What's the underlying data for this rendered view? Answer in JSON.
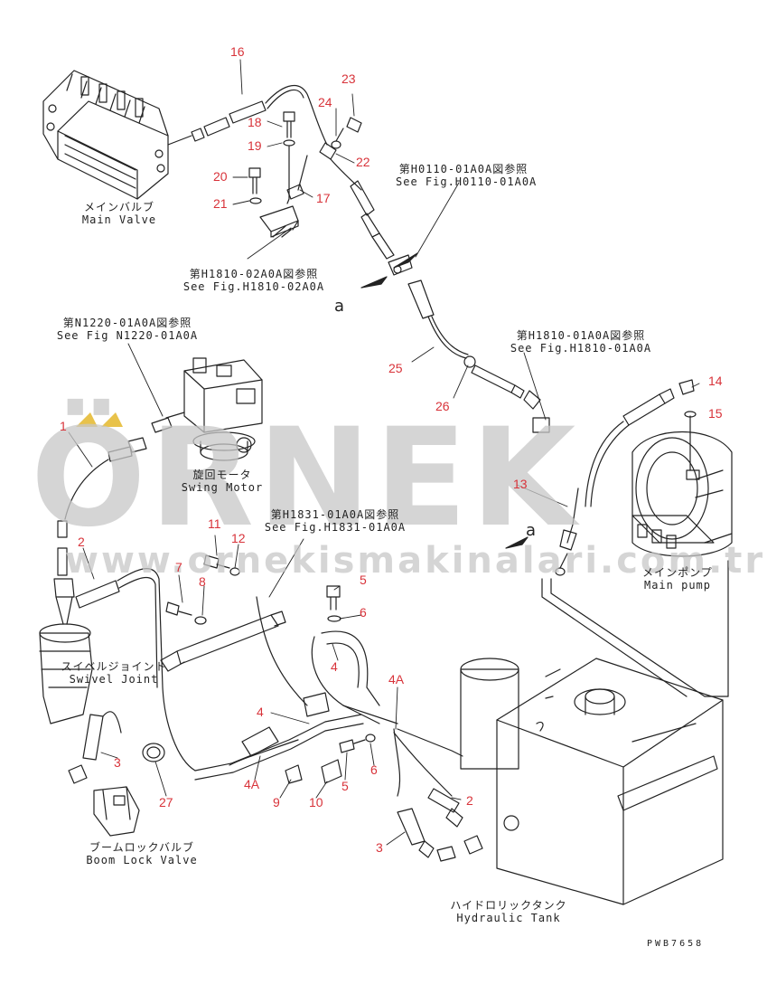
{
  "watermark": {
    "brand": "ÖRNEK",
    "url": "www.ornekismakinalari.com.tr"
  },
  "colors": {
    "part_number": "#d8333a",
    "line": "#222222",
    "watermark": "#c8c8c8",
    "watermark_accent": "#e8c24a"
  },
  "components": {
    "main_valve": {
      "jp": "メインバルブ",
      "en": "Main Valve"
    },
    "swing_motor": {
      "jp": "旋回モータ",
      "en": "Swing Motor"
    },
    "swivel_joint": {
      "jp": "スイベルジョイント",
      "en": "Swivel Joint"
    },
    "boom_lock_valve": {
      "jp": "ブームロックバルブ",
      "en": "Boom Lock Valve"
    },
    "hydraulic_tank": {
      "jp": "ハイドロリックタンク",
      "en": "Hydraulic Tank"
    },
    "main_pump": {
      "jp": "メインポンプ",
      "en": "Main pump"
    }
  },
  "references": {
    "h0110": {
      "jp": "第H0110-01A0A図参照",
      "en": "See Fig.H0110-01A0A"
    },
    "h1810_02": {
      "jp": "第H1810-02A0A図参照",
      "en": "See Fig.H1810-02A0A"
    },
    "n1220": {
      "jp": "第N1220-01A0A図参照",
      "en": "See Fig N1220-01A0A"
    },
    "h1810_01": {
      "jp": "第H1810-01A0A図参照",
      "en": "See Fig.H1810-01A0A"
    },
    "h1831": {
      "jp": "第H1831-01A0A図参照",
      "en": "See Fig.H1831-01A0A"
    }
  },
  "connection_markers": [
    "a",
    "a"
  ],
  "part_numbers": [
    "16",
    "23",
    "24",
    "18",
    "19",
    "22",
    "20",
    "17",
    "21",
    "25",
    "26",
    "14",
    "15",
    "1",
    "13",
    "11",
    "2",
    "12",
    "7",
    "8",
    "5",
    "6",
    "4",
    "4A",
    "4",
    "3",
    "27",
    "4A",
    "9",
    "10",
    "5",
    "6",
    "2",
    "3"
  ],
  "drawing_code": "PWB7658"
}
